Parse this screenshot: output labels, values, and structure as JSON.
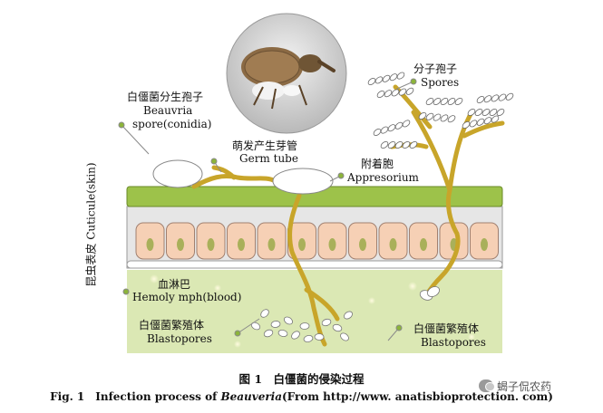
{
  "labels": {
    "conidia_zh": "白僵菌分生孢子",
    "conidia_en1": "Beauvria",
    "conidia_en2": "spore(conidia)",
    "germ_zh": "萌发产生芽管",
    "germ_en": "Germ tube",
    "appres_zh": "附着胞",
    "appres_en": "Appresorium",
    "spores_zh": "分子孢子",
    "spores_en": "Spores",
    "cuticle": "昆虫表皮 Cuticule(skin)",
    "blood_zh": "血淋巴",
    "blood_en": "Hemoly mph(blood)",
    "blasto_left_zh": "白僵菌繁殖体",
    "blasto_left_en": "Blastopores",
    "blasto_right_zh": "白僵菌繁殖体",
    "blasto_right_en": "Blastopores"
  },
  "caption": {
    "zh": "图 1　白僵菌的侵染过程",
    "en_prefix": "Fig. 1　Infection process of ",
    "en_genus": "Beauveria",
    "en_suffix": "(From http://www. anatisbioprotection. com)"
  },
  "watermark": {
    "text": "蝎子侃农药",
    "icon": "wechat-icon"
  },
  "colors": {
    "cuticle": "#9dc24a",
    "cells": "#f6d0b5",
    "nucleus": "#a9b05a",
    "hyphae": "#c8a52a",
    "hemolymph": "#dbe8b4",
    "dot": "#8cb43a"
  }
}
